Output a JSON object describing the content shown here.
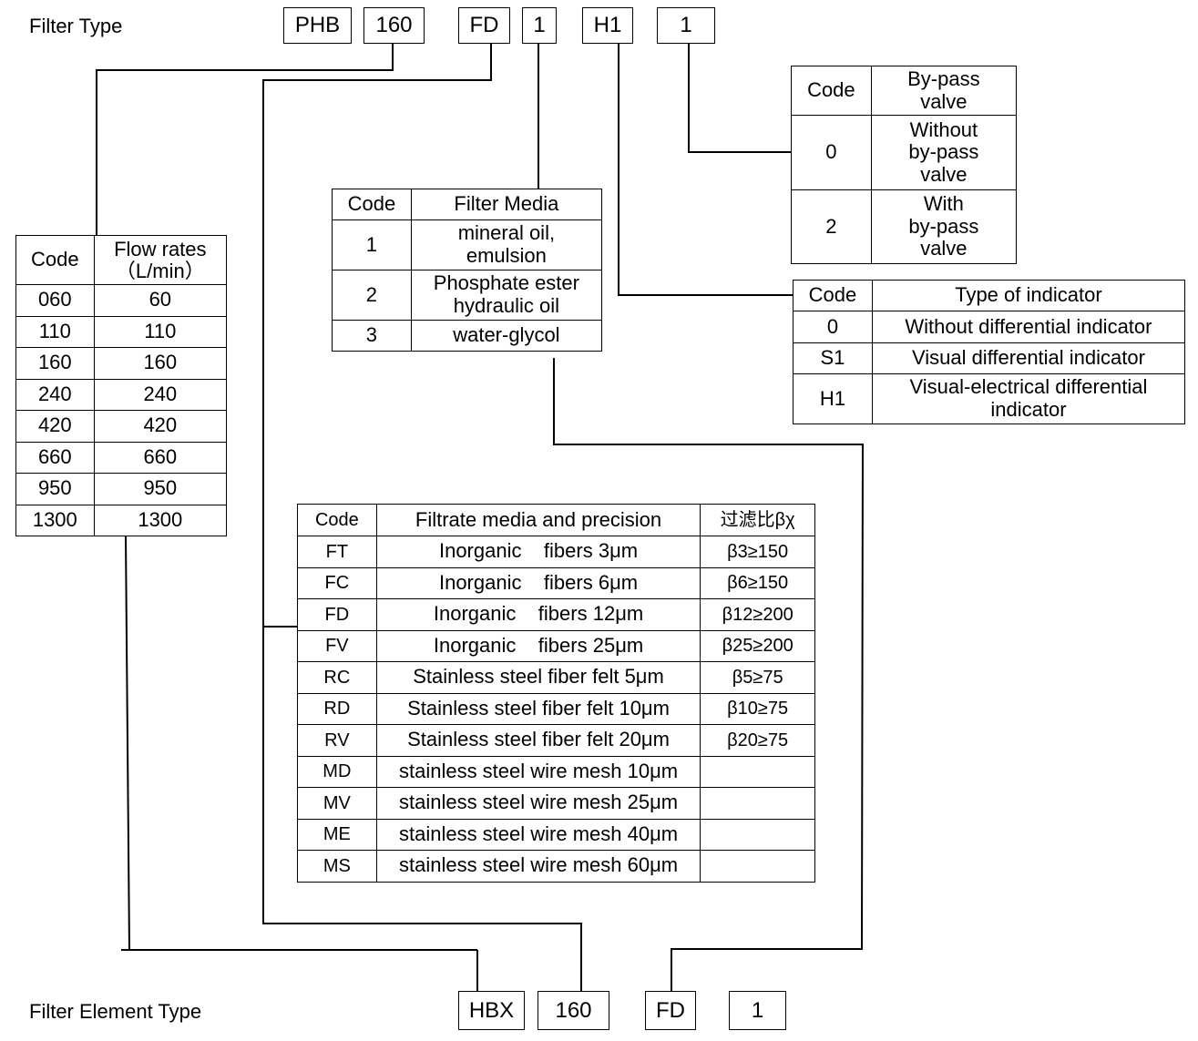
{
  "filter_type": {
    "label": "Filter Type",
    "codes": [
      "PHB",
      "160",
      "FD",
      "1",
      "H1",
      "1"
    ]
  },
  "filter_element_type": {
    "label": "Filter Element Type",
    "codes": [
      "HBX",
      "160",
      "FD",
      "1"
    ]
  },
  "flow_table": {
    "headers": [
      "Code",
      "Flow rates\n（L/min）"
    ],
    "rows": [
      [
        "060",
        "60"
      ],
      [
        "110",
        "110"
      ],
      [
        "160",
        "160"
      ],
      [
        "240",
        "240"
      ],
      [
        "420",
        "420"
      ],
      [
        "660",
        "660"
      ],
      [
        "950",
        "950"
      ],
      [
        "1300",
        "1300"
      ]
    ]
  },
  "media_table": {
    "headers": [
      "Code",
      "Filter Media"
    ],
    "rows": [
      [
        "1",
        "mineral oil,\nemulsion"
      ],
      [
        "2",
        "Phosphate ester\nhydraulic oil"
      ],
      [
        "3",
        "water-glycol"
      ]
    ]
  },
  "bypass_table": {
    "headers": [
      "Code",
      "By-pass\nvalve"
    ],
    "rows": [
      [
        "0",
        "Without\nby-pass\nvalve"
      ],
      [
        "2",
        "With\nby-pass\nvalve"
      ]
    ]
  },
  "indicator_table": {
    "headers": [
      "Code",
      "Type of indicator"
    ],
    "rows": [
      [
        "0",
        "Without differential indicator"
      ],
      [
        "S1",
        "Visual differential indicator"
      ],
      [
        "H1",
        "Visual-electrical differential\nindicator"
      ]
    ]
  },
  "precision_table": {
    "headers": [
      "Code",
      "Filtrate media and precision",
      "过滤比βχ"
    ],
    "rows": [
      [
        "FT",
        "Inorganic    fibers 3μm",
        "β3≥150"
      ],
      [
        "FC",
        "Inorganic    fibers 6μm",
        "β6≥150"
      ],
      [
        "FD",
        "Inorganic    fibers 12μm",
        "β12≥200"
      ],
      [
        "FV",
        "Inorganic    fibers 25μm",
        "β25≥200"
      ],
      [
        "RC",
        "Stainless steel fiber felt 5μm",
        "β5≥75"
      ],
      [
        "RD",
        "Stainless steel fiber felt 10μm",
        "β10≥75"
      ],
      [
        "RV",
        "Stainless steel fiber felt 20μm",
        "β20≥75"
      ],
      [
        "MD",
        "stainless steel wire mesh 10μm",
        ""
      ],
      [
        "MV",
        "stainless steel wire mesh 25μm",
        ""
      ],
      [
        "ME",
        "stainless steel wire mesh 40μm",
        ""
      ],
      [
        "MS",
        "stainless steel wire mesh 60μm",
        ""
      ]
    ]
  }
}
